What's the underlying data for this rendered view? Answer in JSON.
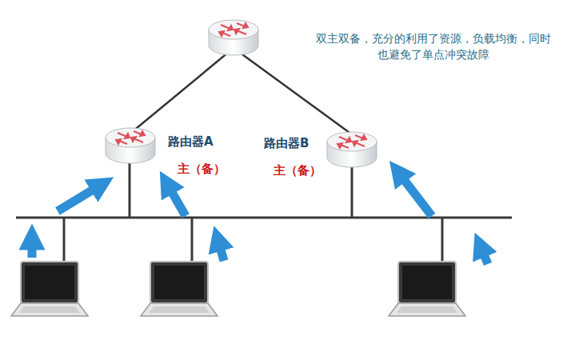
{
  "diagram": {
    "nodes": [
      {
        "text": [
          "路由器A",
          "主（备）"
        ]
      },
      {
        "text": [
          "路由器B",
          "主（备）"
        ]
      }
    ],
    "labels": [
      "双主双备，充分的利用了资源，负载均衡，同时也避免了单点冲突故障"
    ]
  }
}
